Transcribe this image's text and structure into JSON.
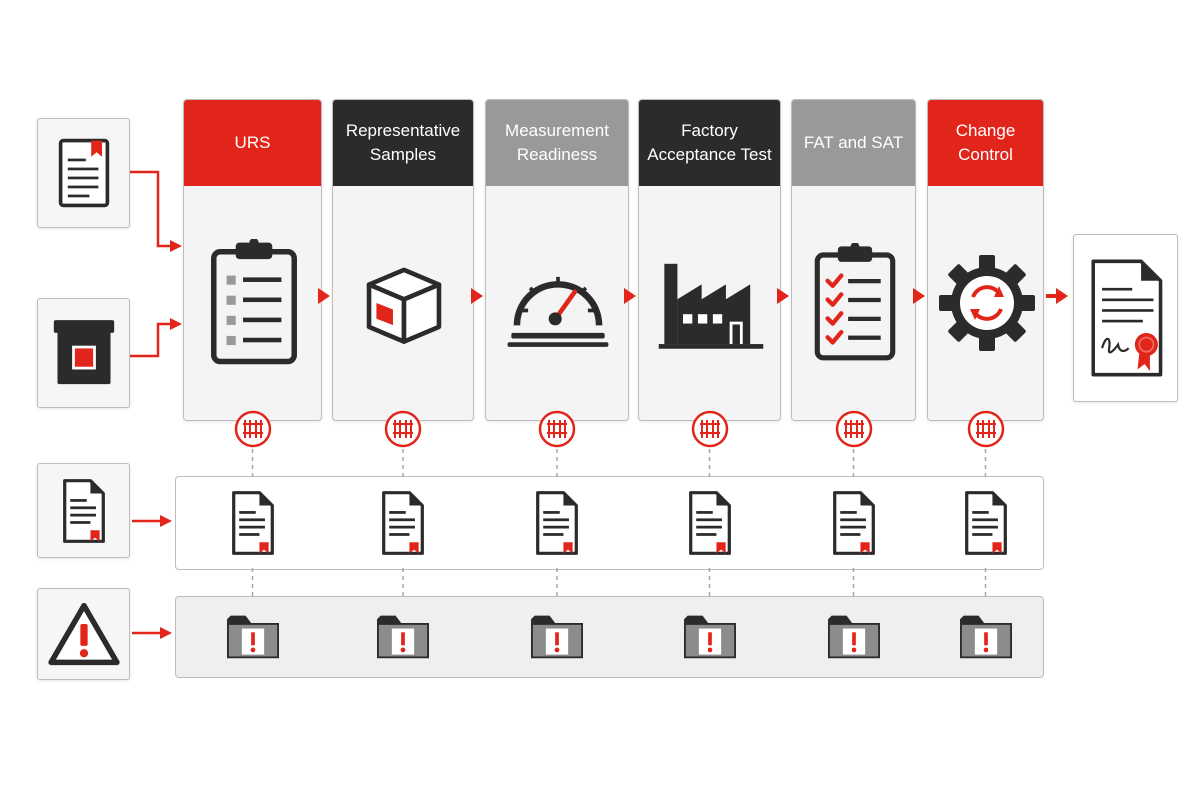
{
  "colors": {
    "accent_red": "#e1251b",
    "dark": "#2b2b2b",
    "mid_grey": "#999999",
    "border_grey": "#bdbdbd",
    "panel_bg": "#f4f4f4"
  },
  "stages": [
    {
      "id": "urs",
      "label": "URS",
      "header_color": "#e1251b",
      "icon": "clipboard-list-icon"
    },
    {
      "id": "representative-samples",
      "label": "Representative\nSamples",
      "header_color": "#2b2b2b",
      "icon": "sample-box-icon"
    },
    {
      "id": "measurement-readiness",
      "label": "Measurement\nReadiness",
      "header_color": "#999999",
      "icon": "gauge-icon"
    },
    {
      "id": "factory-acceptance-test",
      "label": "Factory\nAcceptance Test",
      "header_color": "#2b2b2b",
      "icon": "factory-icon"
    },
    {
      "id": "fat-and-sat",
      "label": "FAT and SAT",
      "header_color": "#999999",
      "icon": "checklist-icon"
    },
    {
      "id": "change-control",
      "label": "Change Control",
      "header_color": "#e1251b",
      "icon": "gear-cycle-icon"
    }
  ],
  "inputs": [
    {
      "id": "requirements-document",
      "icon": "bookmarked-document-icon"
    },
    {
      "id": "sample-container",
      "icon": "sample-container-icon"
    }
  ],
  "output": {
    "id": "signed-certificate",
    "icon": "signed-certificate-icon"
  },
  "lanes": [
    {
      "id": "documentation",
      "icon": "document-icon",
      "cell_icon": "document-icon"
    },
    {
      "id": "deviations",
      "icon": "warning-triangle-icon",
      "cell_icon": "alert-folder-icon"
    }
  ],
  "gate_icon": "gate-icon"
}
